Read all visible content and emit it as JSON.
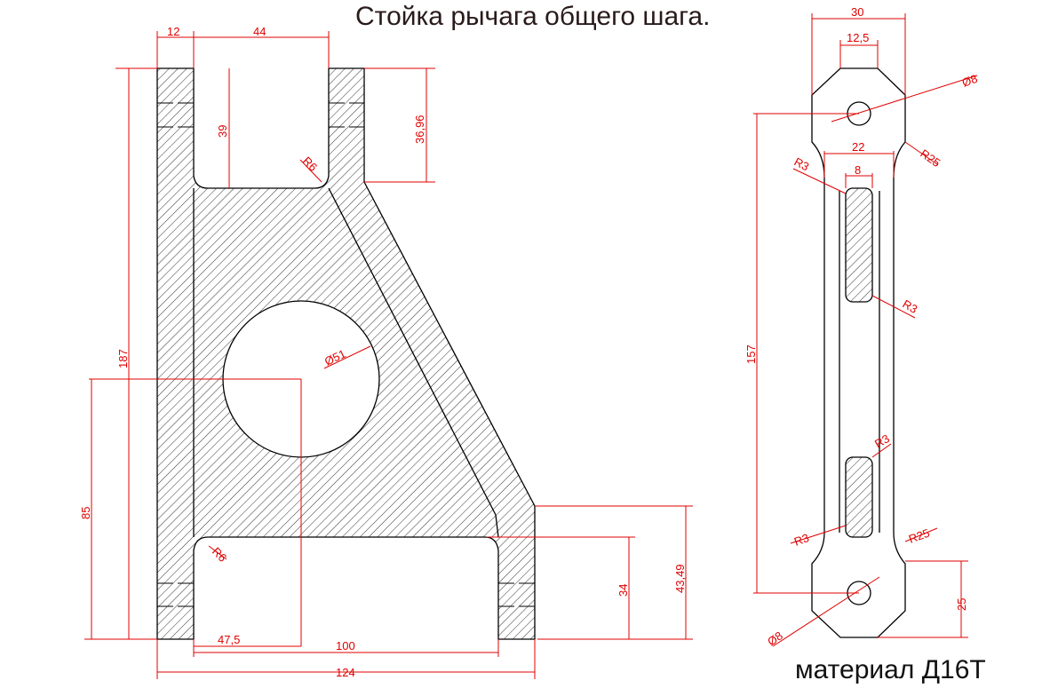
{
  "title": "Стойка рычага общего шага.",
  "material": "материал  Д16Т",
  "colors": {
    "dimension": "#e00000",
    "outline": "#000000"
  },
  "left_view_dims": {
    "d12": "12",
    "d44": "44",
    "d39": "39",
    "d36_96": "36,96",
    "r6_top": "R6",
    "d187": "187",
    "phi51": "Ø51",
    "d85": "85",
    "r6_bottom": "R6",
    "d47_5": "47,5",
    "d100": "100",
    "d124": "124",
    "d34": "34",
    "d43_49": "43,49"
  },
  "right_view_dims": {
    "d30": "30",
    "d12_5": "12,5",
    "phi8_top": "Ø8",
    "d22": "22",
    "d8": "8",
    "r3_a": "R3",
    "r25_top": "R25",
    "r3_b": "R3",
    "d157": "157",
    "r3_c": "R3",
    "r3_d": "R3",
    "r25_bottom": "R25",
    "d25": "25",
    "phi8_bottom": "Ø8"
  }
}
